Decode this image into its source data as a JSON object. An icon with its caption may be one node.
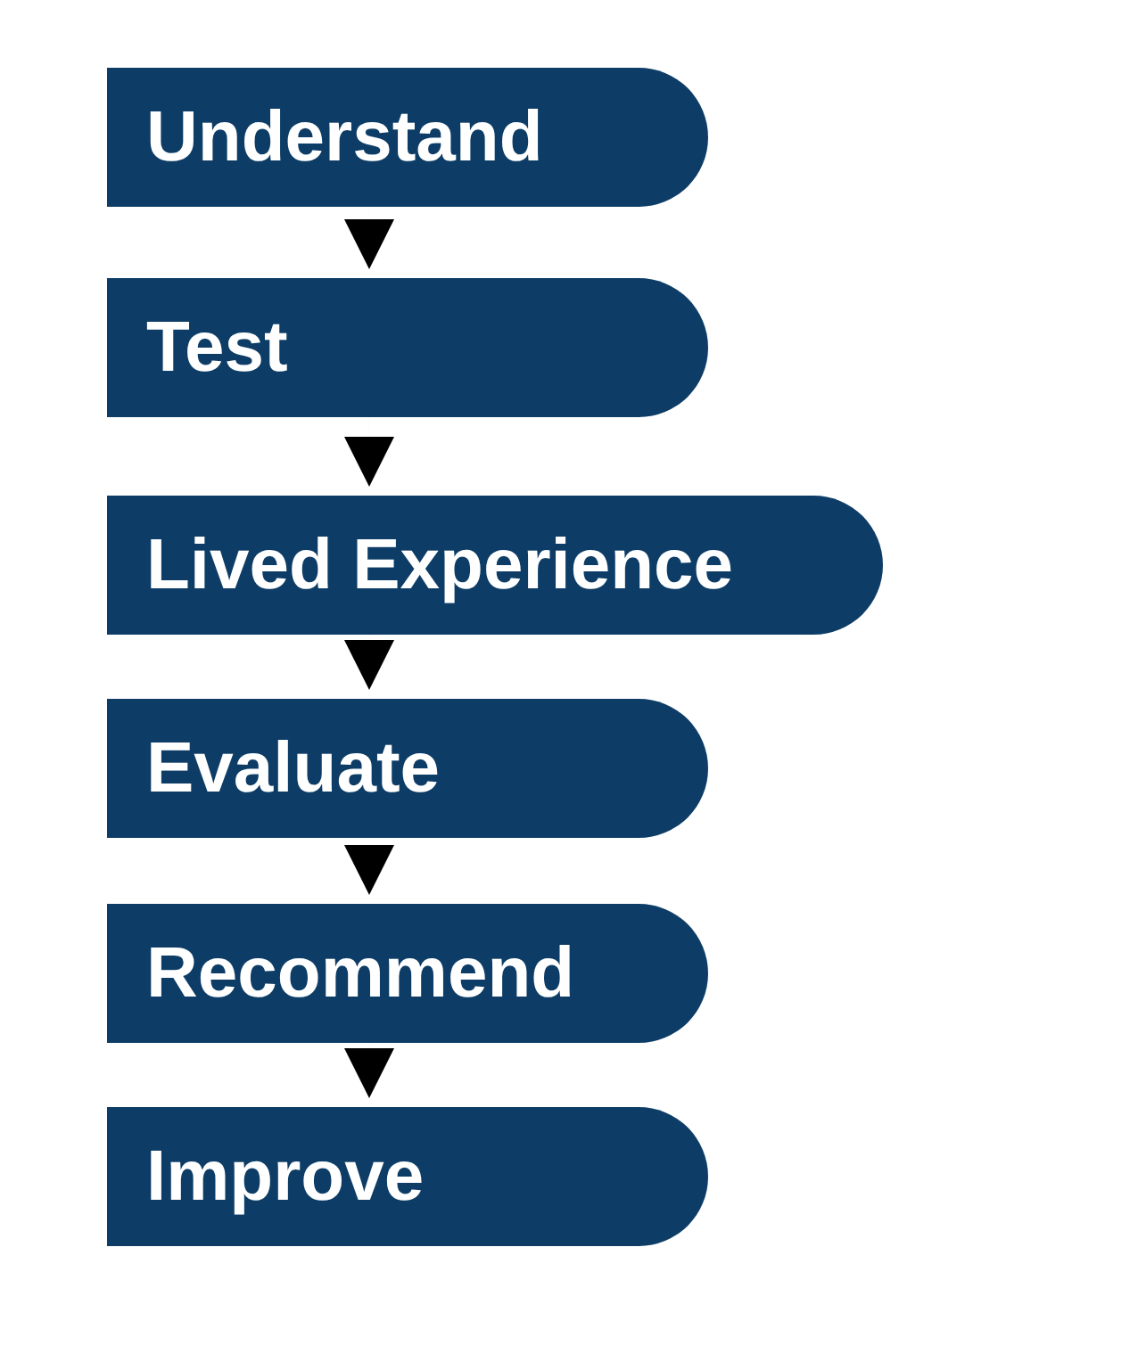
{
  "diagram": {
    "nodes": [
      {
        "text": [
          "Understand"
        ]
      },
      {
        "text": [
          "Test"
        ]
      },
      {
        "text": [
          "Lived Experience"
        ]
      },
      {
        "text": [
          "Evaluate"
        ]
      },
      {
        "text": [
          "Recommend"
        ]
      },
      {
        "text": [
          "Improve"
        ]
      }
    ],
    "edges": [
      {
        "from": 0,
        "to": 1,
        "arrow": "to"
      },
      {
        "from": 1,
        "to": 2,
        "arrow": "to"
      },
      {
        "from": 2,
        "to": 3,
        "arrow": "to"
      },
      {
        "from": 3,
        "to": 4,
        "arrow": "to"
      },
      {
        "from": 4,
        "to": 5,
        "arrow": "to"
      }
    ]
  }
}
